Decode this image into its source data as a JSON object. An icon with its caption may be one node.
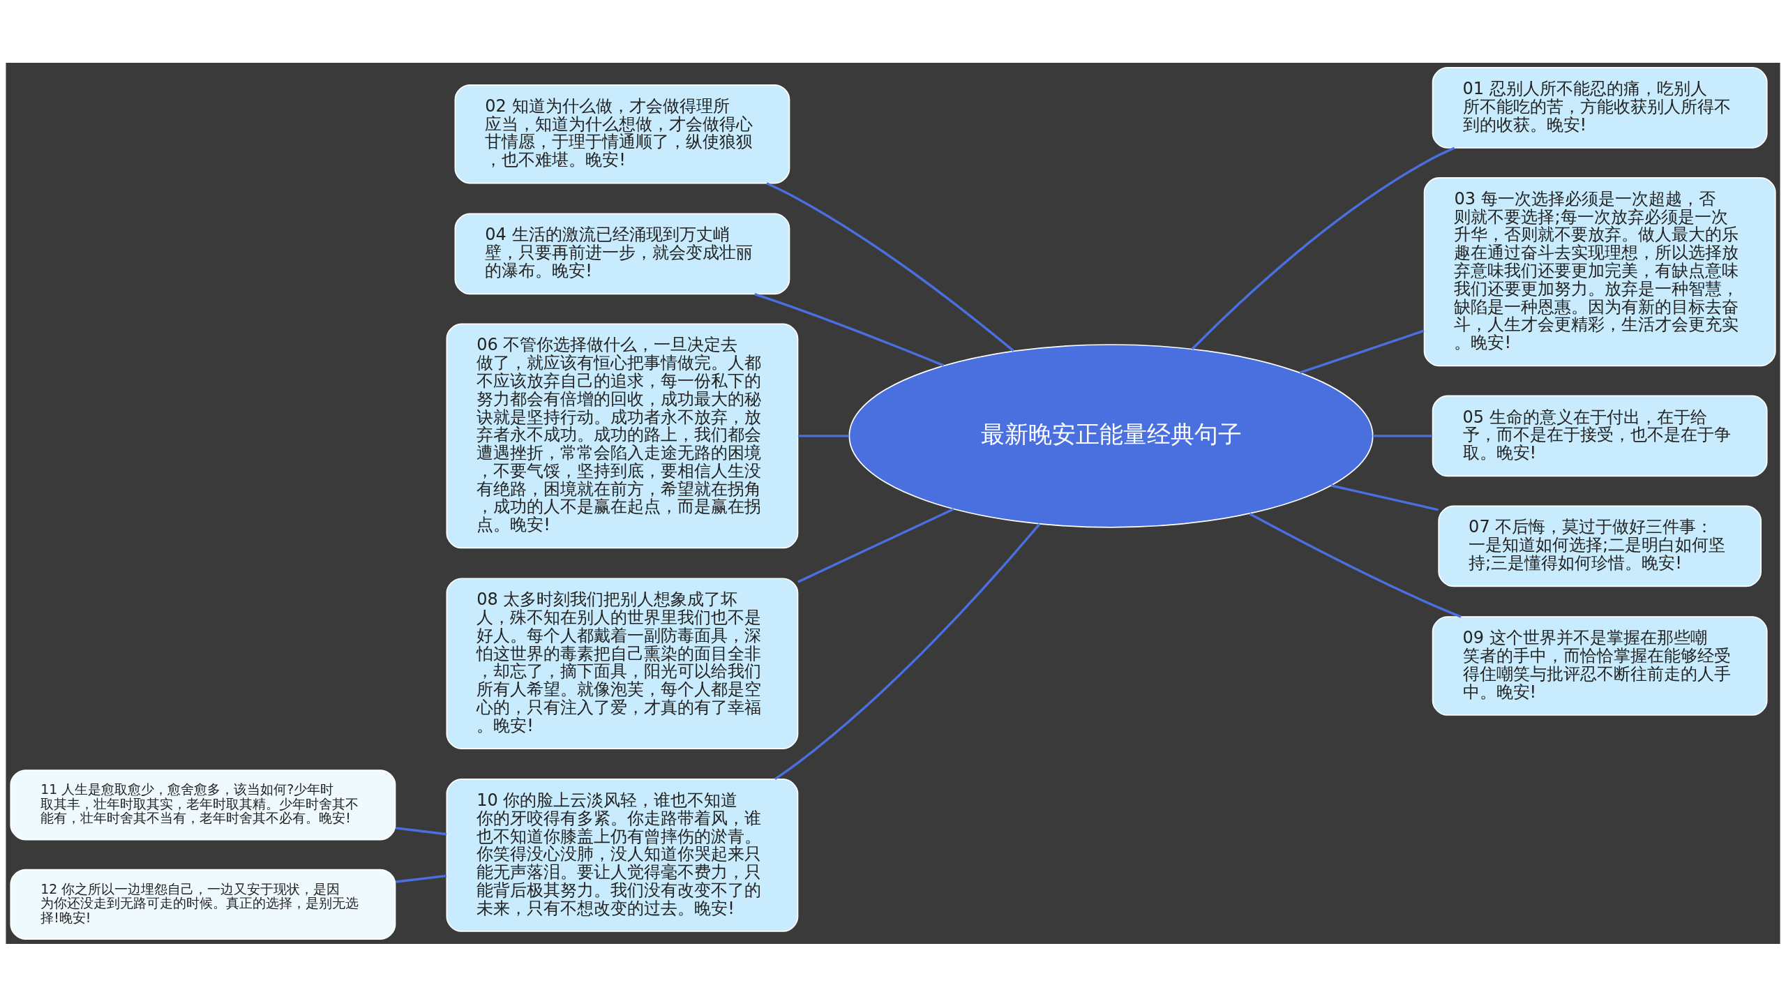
{
  "diagram": {
    "nodes": [
      {
        "text": [
          "最新晚安正能量经典句子"
        ]
      },
      {
        "text": [
          "01 忍别人所不能忍的痛，吃别人所不能吃的苦，方能收获别人所得不到的收获。晚安!"
        ]
      },
      {
        "text": [
          "02 知道为什么做，才会做得理所应当，知道为什么想做，才会做得心甘情愿，于理于情通顺了，纵使狼狈，也不难堪。晚安!"
        ]
      },
      {
        "text": [
          "03 每一次选择必须是一次超越，否则就不要选择;每一次放弃必须是一次升华，否则就不要放弃。做人最大的乐趣在通过奋斗去实现理想，所以选择放弃意味我们还要更加完美，有缺点意味我们还要更加努力。放弃是一种智慧，缺陷是一种恩惠。因为有新的目标去奋斗，人生才会更精彩，生活才会更充实。晚安!"
        ]
      },
      {
        "text": [
          "04 生活的激流已经涌现到万丈峭壁，只要再前进一步，就会变成壮丽的瀑布。晚安!"
        ]
      },
      {
        "text": [
          "05 生命的意义在于付出，在于给予，而不是在于接受，也不是在于争取。晚安!"
        ]
      },
      {
        "text": [
          "06 不管你选择做什么，一旦决定去做了，就应该有恒心把事情做完。人都不应该放弃自己的追求，每一份私下的努力都会有倍增的回收，成功最大的秘诀就是坚持行动。成功者永不放弃，放弃者永不成功。成功的路上，我们都会遭遇挫折，常常会陷入走途无路的困境，不要气馁，坚持到底，要相信人生没有绝路，困境就在前方，希望就在拐角，成功的人不是赢在起点，而是赢在拐点。晚安!"
        ]
      },
      {
        "text": [
          "07 不后悔，莫过于做好三件事：一是知道如何选择;二是明白如何坚持;三是懂得如何珍惜。晚安!"
        ]
      },
      {
        "text": [
          "08 太多时刻我们把别人想象成了坏人，殊不知在别人的世界里我们也不是好人。每个人都戴着一副防毒面具，深怕这世界的毒素把自己熏染的面目全非，却忘了，摘下面具，阳光可以给我们所有人希望。就像泡芙，每个人都是空心的，只有注入了爱，才真的有了幸福。晚安!"
        ]
      },
      {
        "text": [
          "09 这个世界并不是掌握在那些嘲笑者的手中，而恰恰掌握在能够经受得住嘲笑与批评忍不断往前走的人手中。晚安!"
        ]
      },
      {
        "text": [
          "10 你的脸上云淡风轻，谁也不知道你的牙咬得有多紧。你走路带着风，谁也不知道你膝盖上仍有曾摔伤的淤青。你笑得没心没肺，没人知道你哭起来只能无声落泪。要让人觉得毫不费力，只能背后极其努力。我们没有改变不了的未来，只有不想改变的过去。晚安!"
        ]
      },
      {
        "text": [
          "11 人生是愈取愈少，愈舍愈多，该当如何?少年时取其丰，壮年时取其实，老年时取其精。少年时舍其不能有，壮年时舍其不当有，老年时舍其不必有。晚安!"
        ]
      },
      {
        "text": [
          "12 你之所以一边埋怨自己，一边又安于现状，是因为你还没走到无路可走的时候。真正的选择，是别无选择!晚安!"
        ]
      }
    ],
    "edges": [
      {
        "from": 0,
        "to": 1,
        "arrow": "none"
      },
      {
        "from": 0,
        "to": 2,
        "arrow": "none"
      },
      {
        "from": 0,
        "to": 3,
        "arrow": "none"
      },
      {
        "from": 0,
        "to": 4,
        "arrow": "none"
      },
      {
        "from": 0,
        "to": 5,
        "arrow": "none"
      },
      {
        "from": 0,
        "to": 6,
        "arrow": "none"
      },
      {
        "from": 0,
        "to": 7,
        "arrow": "none"
      },
      {
        "from": 0,
        "to": 8,
        "arrow": "none"
      },
      {
        "from": 0,
        "to": 9,
        "arrow": "none"
      },
      {
        "from": 0,
        "to": 10,
        "arrow": "none"
      },
      {
        "from": 10,
        "to": 11,
        "arrow": "none"
      },
      {
        "from": 10,
        "to": 12,
        "arrow": "none"
      }
    ]
  }
}
